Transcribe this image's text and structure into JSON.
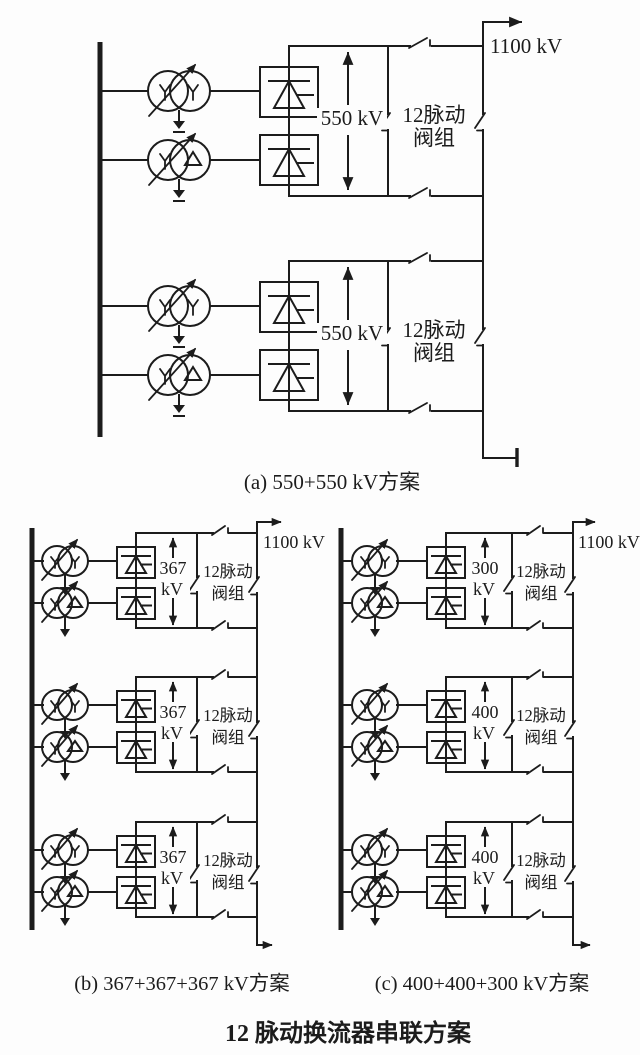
{
  "figure_title": "12 脉动换流器串联方案",
  "valve_group_label": {
    "line1": "12脉动",
    "line2": "阀组"
  },
  "diagram_a": {
    "caption": "(a) 550+550 kV方案",
    "dc_label": "1100 kV",
    "groups": [
      {
        "voltage": "550 kV"
      },
      {
        "voltage": "550 kV"
      }
    ]
  },
  "diagram_b": {
    "caption": "(b) 367+367+367 kV方案",
    "dc_label": "1100 kV",
    "groups": [
      {
        "voltage": "367",
        "unit": "kV"
      },
      {
        "voltage": "367",
        "unit": "kV"
      },
      {
        "voltage": "367",
        "unit": "kV"
      }
    ]
  },
  "diagram_c": {
    "caption": "(c) 400+400+300 kV方案",
    "dc_label": "1100 kV",
    "groups": [
      {
        "voltage": "300",
        "unit": "kV"
      },
      {
        "voltage": "400",
        "unit": "kV"
      },
      {
        "voltage": "400",
        "unit": "kV"
      }
    ]
  },
  "colors": {
    "ink": "#1c1c1c",
    "paper": "#fdfdfd"
  }
}
